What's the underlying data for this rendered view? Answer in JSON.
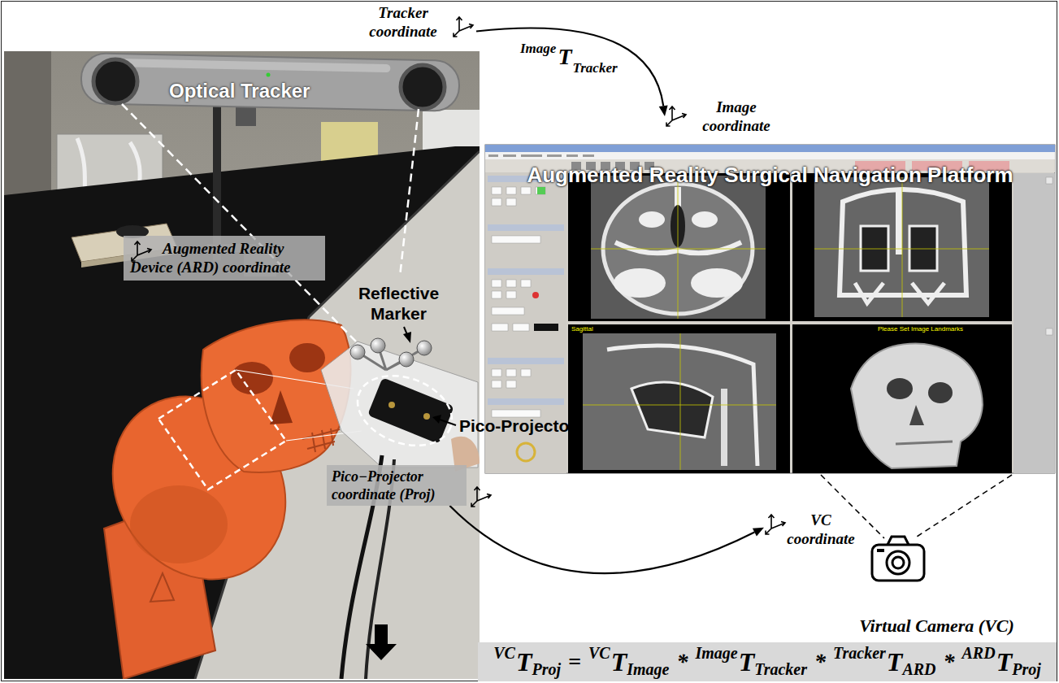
{
  "diagram": {
    "nodes": [
      {
        "text": [
          "Tracker coordinate"
        ]
      },
      {
        "text": [
          "Image coordinate"
        ]
      },
      {
        "text": [
          "Augmented Reality Surgical Navigation Platform"
        ]
      },
      {
        "text": [
          "Augmented Reality Device (ARD) coordinate"
        ]
      },
      {
        "text": [
          "Pico−Projector coordinate (Proj)"
        ]
      },
      {
        "text": [
          "VC coordinate"
        ]
      },
      {
        "text": [
          "Virtual Camera (VC)"
        ]
      },
      {
        "text": [
          "VC",
          "T",
          "Proj",
          "=",
          "VC",
          "T",
          "Image",
          "*",
          "Image",
          "T",
          "Tracker",
          "*",
          "Tracker",
          "T",
          "ARD",
          "*",
          "ARD",
          "T",
          "Proj"
        ]
      }
    ],
    "edges": [
      {
        "from": 0,
        "to": 1,
        "arrow": "to"
      },
      {
        "from": 4,
        "to": 5,
        "arrow": "to"
      }
    ],
    "labels": [
      "Image",
      "T",
      "Tracker",
      "Optical Tracker",
      "Reflective Marker",
      "Pico-Projector",
      "Sagittal",
      "Please Set Image Landmarks"
    ]
  }
}
